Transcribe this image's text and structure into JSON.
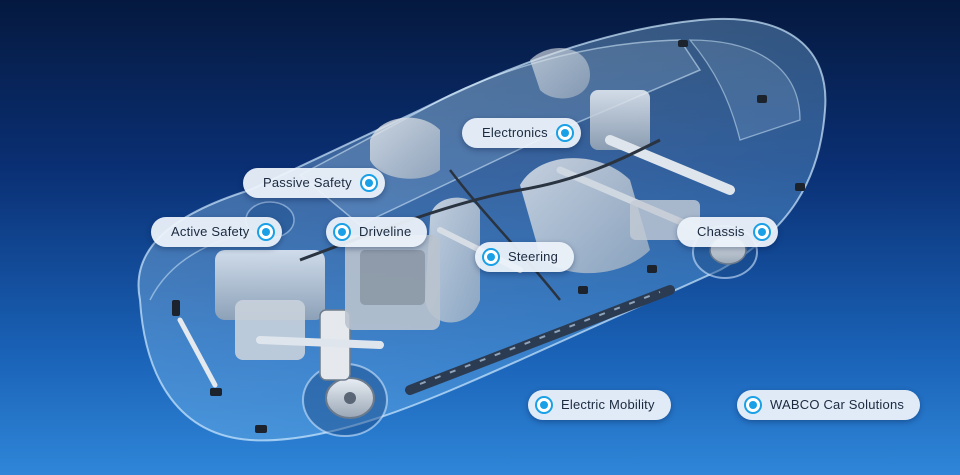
{
  "colors": {
    "background_top": "#05193f",
    "background_bottom": "#2f86d8",
    "hotspot_bg": "#ecf2fa",
    "hotspot_text": "#1b2a3f",
    "hotspot_dot": "#1aa0e6"
  },
  "hotspots": {
    "electronics": {
      "label": "Electronics",
      "icon": "target-dot-icon"
    },
    "passive_safety": {
      "label": "Passive Safety",
      "icon": "target-dot-icon"
    },
    "active_safety": {
      "label": "Active Safety",
      "icon": "target-dot-icon"
    },
    "driveline": {
      "label": "Driveline",
      "icon": "target-dot-icon"
    },
    "steering": {
      "label": "Steering",
      "icon": "target-dot-icon"
    },
    "chassis": {
      "label": "Chassis",
      "icon": "target-dot-icon"
    },
    "electric_mobility": {
      "label": "Electric Mobility",
      "icon": "target-dot-icon"
    },
    "wabco_car_solutions": {
      "label": "WABCO Car Solutions",
      "icon": "target-dot-icon"
    }
  }
}
